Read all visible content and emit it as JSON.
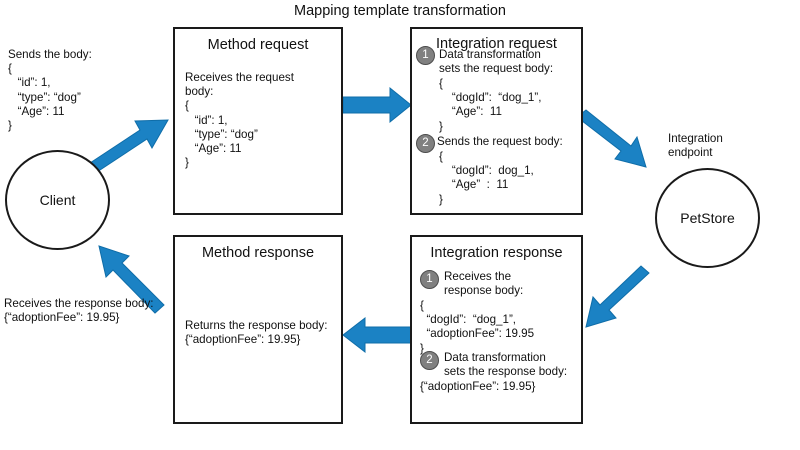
{
  "diagram": {
    "title": "Mapping template transformation",
    "accent_color": "#1b82c4",
    "badge_color": "#808080",
    "stroke_color": "#1a1a1a"
  },
  "client": {
    "label": "Client",
    "request_note": "Sends the body:\n{\n   “id”: 1,\n   “type”: “dog”\n   “Age”: 11\n}",
    "response_note": "Receives the response body:\n{“adoptionFee”: 19.95}"
  },
  "method_request": {
    "title": "Method request",
    "body": "Receives the request\nbody:\n{\n   “id”: 1,\n   “type”: “dog”\n   “Age”: 11\n}"
  },
  "integration_request": {
    "title": "Integration request",
    "step1_badge": "1",
    "step1_text": "Data transformation\nsets the request body:",
    "step1_body": "{\n    “dogId”:  “dog_1”,\n    “Age”:  11\n}",
    "step2_badge": "2",
    "step2_text": "Sends the request body:",
    "step2_body": "{\n    “dogId”:  dog_1,\n    “Age”  :  11\n}"
  },
  "integration_endpoint": {
    "label": "Integration\nendpoint",
    "node_label": "PetStore"
  },
  "integration_response": {
    "title": "Integration response",
    "step1_badge": "1",
    "step1_text": "Receives the\nresponse body:",
    "step1_body": "{\n  “dogId”:  “dog_1”,\n  “adoptionFee”: 19.95\n}",
    "step2_badge": "2",
    "step2_text": "Data transformation\nsets the response body:",
    "step2_body": "{“adoptionFee”: 19.95}"
  },
  "method_response": {
    "title": "Method response",
    "body": "Returns the response body:\n{“adoptionFee”: 19.95}"
  },
  "arrows": [
    {
      "name": "client-to-method-request",
      "direction": "up-right"
    },
    {
      "name": "method-request-to-integration-request",
      "direction": "right"
    },
    {
      "name": "integration-request-to-endpoint",
      "direction": "down-right"
    },
    {
      "name": "endpoint-to-integration-response",
      "direction": "down-left"
    },
    {
      "name": "integration-response-to-method-response",
      "direction": "left"
    },
    {
      "name": "method-response-to-client",
      "direction": "up-left"
    }
  ]
}
